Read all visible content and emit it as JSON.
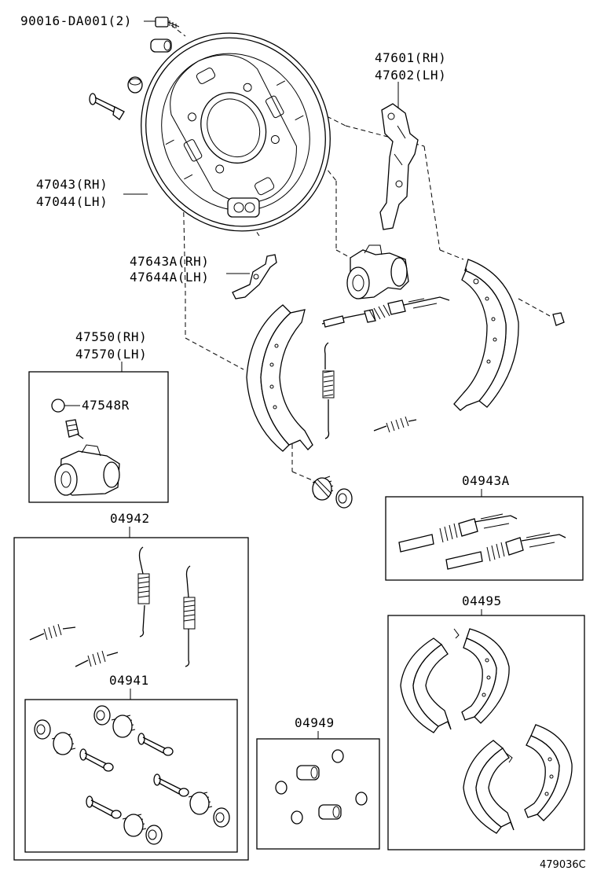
{
  "labels": {
    "bolt": "90016-DA001(2)",
    "shoe_lever_rh": "47601(RH)",
    "shoe_lever_lh": "47602(LH)",
    "backing_plate_rh": "47043(RH)",
    "backing_plate_lh": "47044(LH)",
    "strut_rh": "47643A(RH)",
    "strut_lh": "47644A(LH)",
    "wheel_cyl_rh": "47550(RH)",
    "wheel_cyl_lh": "47570(LH)",
    "bleeder": "47548R",
    "kit_04942": "04942",
    "kit_04941": "04941",
    "kit_04943a": "04943A",
    "kit_04495": "04495",
    "kit_04949": "04949",
    "diagram_code": "479036C"
  }
}
